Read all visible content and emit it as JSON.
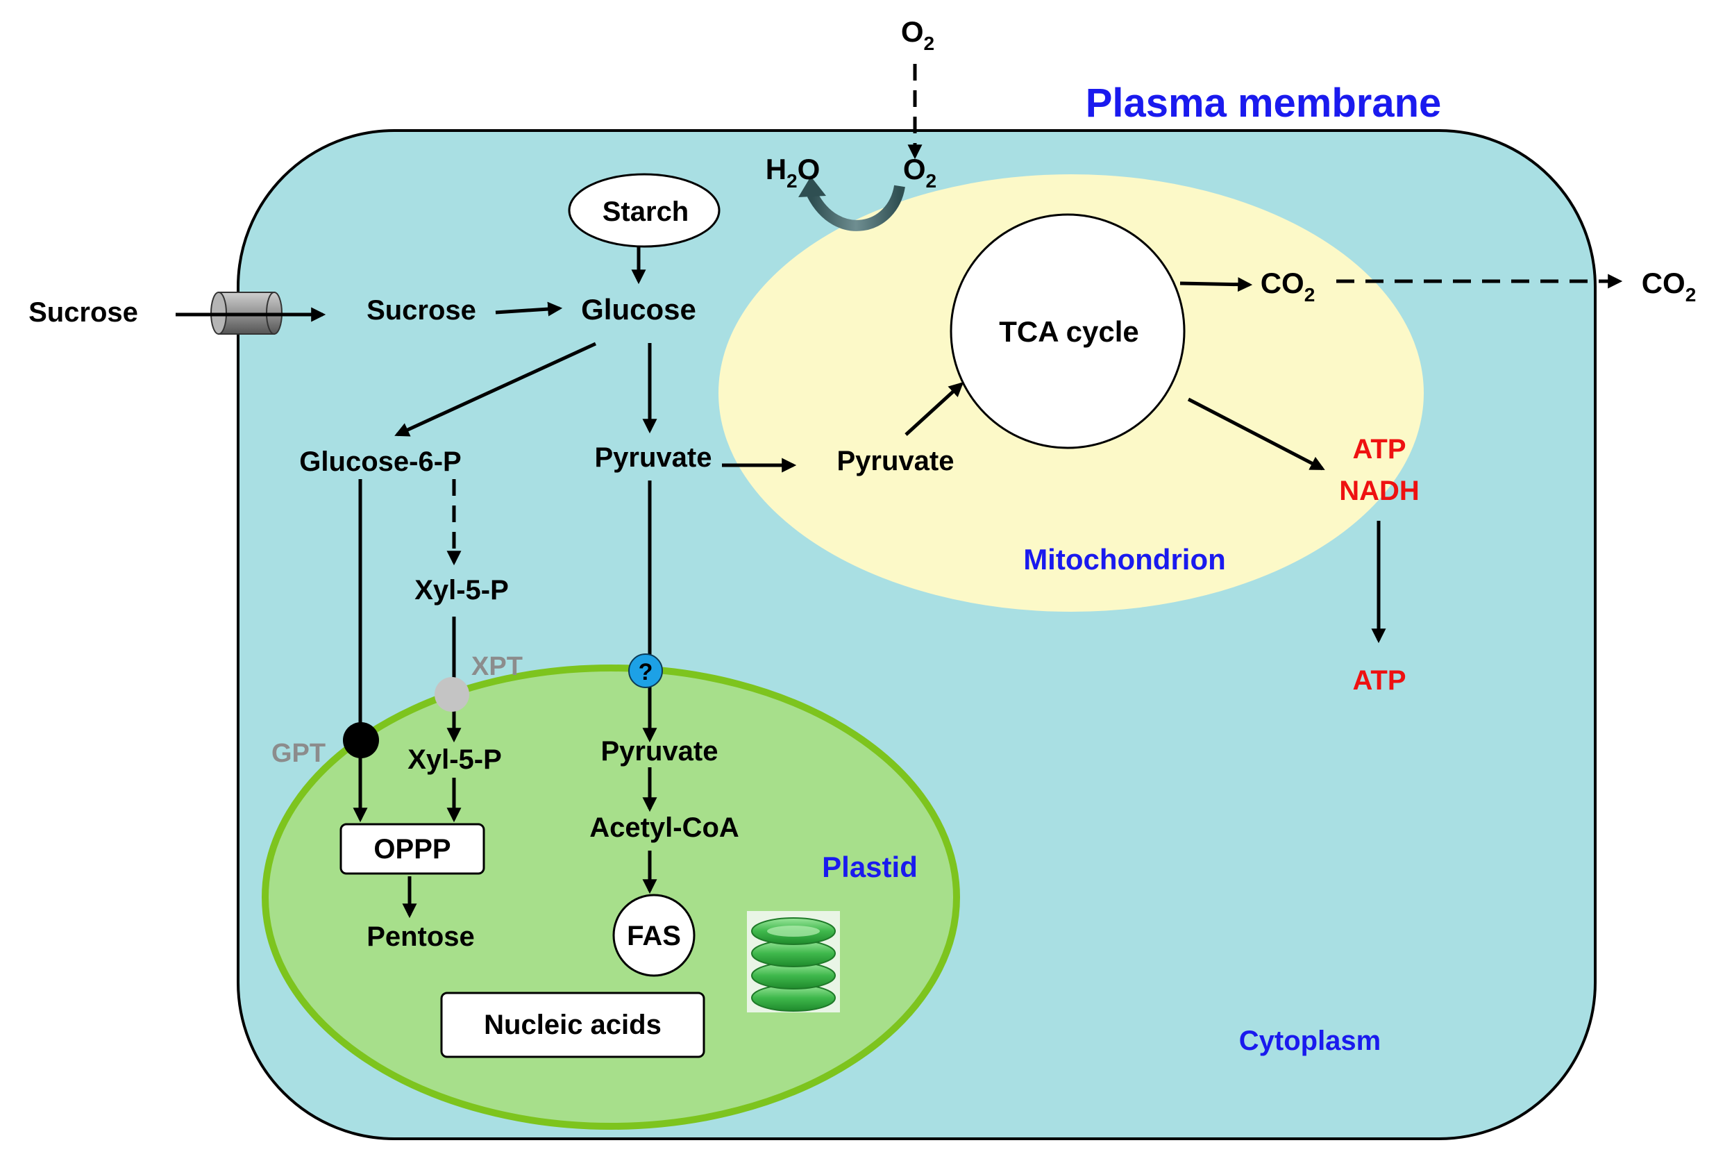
{
  "labels": {
    "plasma_membrane": "Plasma membrane",
    "cytoplasm": "Cytoplasm",
    "mitochondrion": "Mitochondrion",
    "plastid": "Plastid",
    "sucrose_outside": "Sucrose",
    "sucrose_inside": "Sucrose",
    "glucose": "Glucose",
    "starch": "Starch",
    "glucose_6_p": "Glucose-6-P",
    "pyruvate_cytoplasm": "Pyruvate",
    "pyruvate_mito": "Pyruvate",
    "pyruvate_plastid": "Pyruvate",
    "xyl_5_p_cytoplasm": "Xyl-5-P",
    "xyl_5_p_plastid": "Xyl-5-P",
    "xpt": "XPT",
    "gpt": "GPT",
    "unknown_transporter": "?",
    "oppp": "OPPP",
    "pentose": "Pentose",
    "acetyl_coa": "Acetyl-CoA",
    "fas": "FAS",
    "nucleic_acids": "Nucleic acids",
    "tca_cycle": "TCA cycle",
    "atp_mito": "ATP",
    "nadh": "NADH",
    "atp_cytoplasm": "ATP",
    "o2_outside": {
      "base": "O",
      "sub": "2"
    },
    "o2_inside": {
      "base": "O",
      "sub": "2"
    },
    "h2o": {
      "base": "H",
      "sub": "2",
      "tail": "O"
    },
    "co2_mito": {
      "base": "CO",
      "sub": "2"
    },
    "co2_outside": {
      "base": "CO",
      "sub": "2"
    }
  },
  "colors": {
    "cytoplasm_fill": "#a9dfe3",
    "mitochondrion_fill": "#fcf9c8",
    "plastid_fill": "#a7df8b",
    "plastid_border": "#7dc41e",
    "location_label": "#1a1aee",
    "energy_label": "#ee1111",
    "transporter_label": "#8c8c8c",
    "gpt_marker": "#000000",
    "xpt_marker": "#c4c4c4",
    "unknown_marker": "#1da1e6"
  }
}
